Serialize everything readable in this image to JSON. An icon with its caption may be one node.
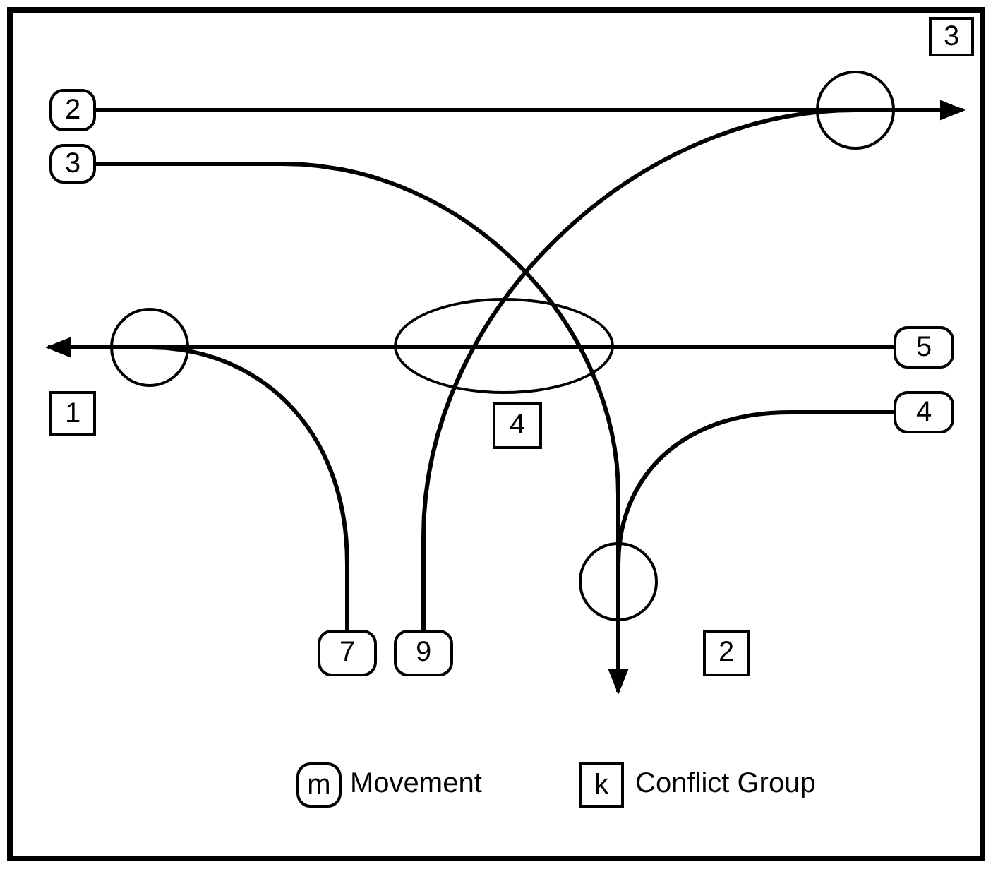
{
  "diagram": {
    "nodes": [
      {
        "text": [
          "2"
        ]
      },
      {
        "text": [],
        "shape": "circle"
      },
      {
        "text": [
          "3"
        ]
      },
      {
        "text": [
          "3"
        ]
      },
      {
        "text": [],
        "shape": "circle"
      },
      {
        "text": [],
        "shape": "ellipse"
      },
      {
        "text": [
          "5"
        ]
      },
      {
        "text": [
          "1"
        ]
      },
      {
        "text": [
          "4"
        ]
      },
      {
        "text": [
          "4"
        ]
      },
      {
        "text": [],
        "shape": "circle"
      },
      {
        "text": [
          "7"
        ]
      },
      {
        "text": [
          "9"
        ]
      },
      {
        "text": [
          "2"
        ]
      }
    ],
    "edges": [
      {
        "from": 0,
        "to": null,
        "arrow": "to"
      },
      {
        "from": 3,
        "to": null,
        "arrow": "to"
      },
      {
        "from": 6,
        "to": null,
        "arrow": "to"
      },
      {
        "from": 8,
        "to": null,
        "arrow": "to"
      },
      {
        "from": 11,
        "to": null,
        "arrow": "to"
      },
      {
        "from": 12,
        "to": null,
        "arrow": "to"
      }
    ],
    "labels": [
      "m",
      "k"
    ],
    "legend": [
      {
        "text": "Movement"
      },
      {
        "text": "Conflict Group"
      }
    ]
  }
}
